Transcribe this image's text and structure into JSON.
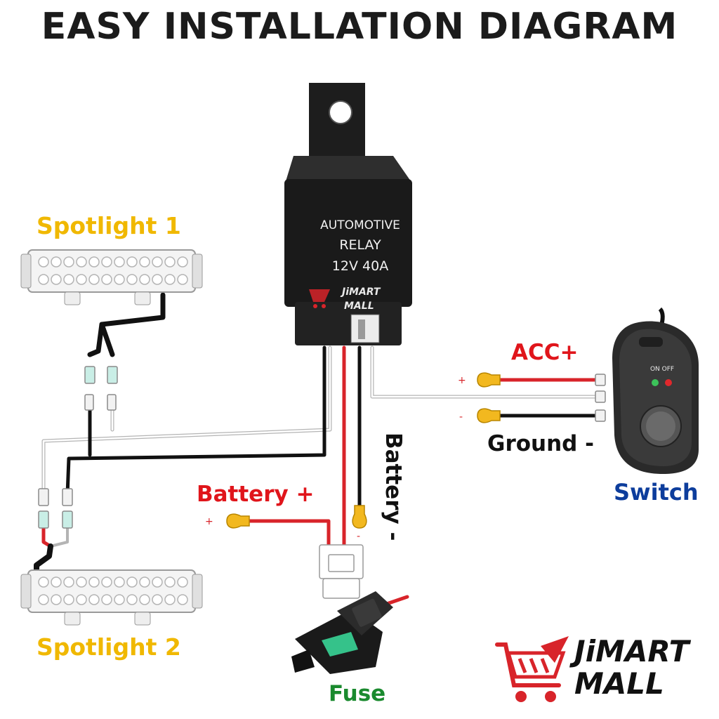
{
  "title": "EASY INSTALLATION DIAGRAM",
  "relay": {
    "line1": "AUTOMOTIVE",
    "line2": "RELAY",
    "line3": "12V 40A"
  },
  "labels": {
    "spotlight1": "Spotlight 1",
    "spotlight2": "Spotlight 2",
    "acc": "ACC+",
    "ground": "Ground -",
    "switch": "Switch",
    "battery_pos": "Battery +",
    "battery_neg": "Battery -",
    "fuse": "Fuse"
  },
  "switch_text": "ON OFF",
  "polarity": {
    "plus": "+",
    "minus": "-"
  },
  "watermark": {
    "line1": "JiMART",
    "line2": "MALL"
  },
  "brand": {
    "line1": "JiMART",
    "line2": "MALL"
  },
  "colors": {
    "red_wire": "#d8242a",
    "black_wire": "#111111",
    "label_yellow": "#f0b800",
    "label_blue": "#0d3d9c",
    "label_green": "#1a8a2e",
    "fuse_green": "#35c28a"
  }
}
